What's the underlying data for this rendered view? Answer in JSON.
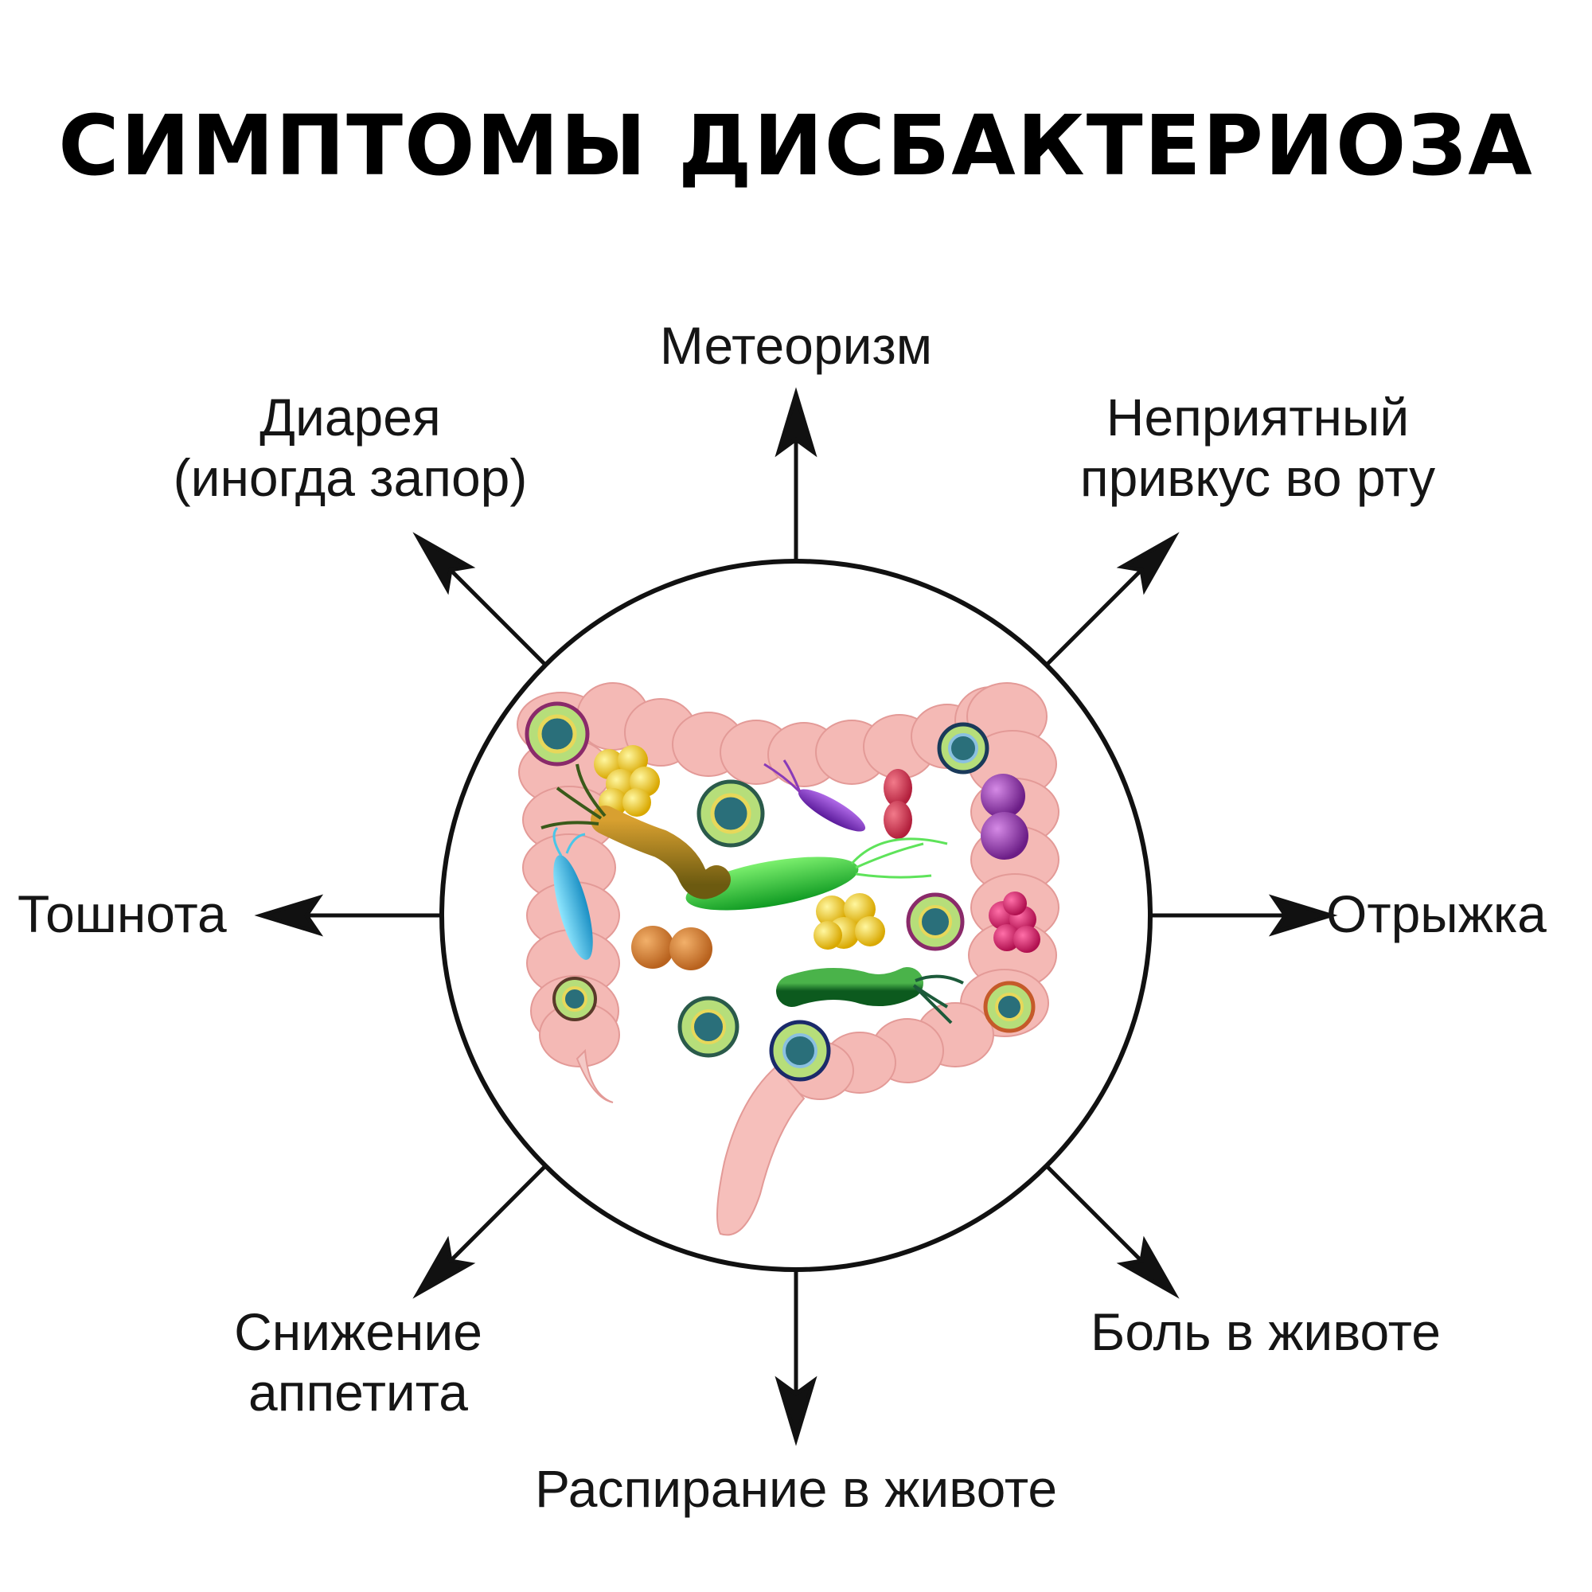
{
  "title": "СИМПТОМЫ ДИСБАКТЕРИОЗА",
  "symptoms": {
    "top": "Метеоризм",
    "top_left": [
      "Диарея",
      "(иногда запор)"
    ],
    "top_right": [
      "Неприятный",
      "привкус во рту"
    ],
    "left": "Тошнота",
    "right": "Отрыжка",
    "bottom_left": [
      "Снижение",
      "аппетита"
    ],
    "bottom_right": "Боль в животе",
    "bottom": "Распирание в животе"
  },
  "colors": {
    "line": "#111111",
    "intestine": "#f4b9b5",
    "intestine_shade": "#e99a97"
  },
  "icons": [
    "intestine-illustration",
    "bacteria-icon",
    "virus-icon",
    "coccus-icon"
  ]
}
